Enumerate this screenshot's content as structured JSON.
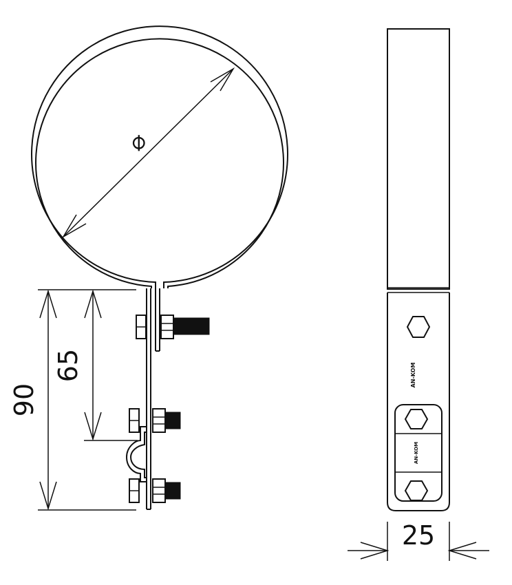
{
  "diameter_symbol": "⌀",
  "dimensions": {
    "height_90": "90",
    "height_65": "65",
    "width_25": "25"
  },
  "stamp_text": "AN-KOM"
}
